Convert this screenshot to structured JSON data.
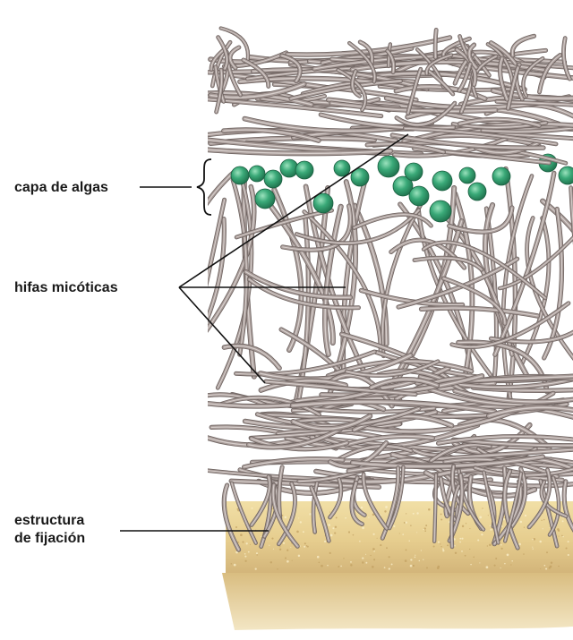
{
  "labels": {
    "algae_layer": "capa de algas",
    "fungal_hyphae": "hifas micóticas",
    "attachment_structure_line1": "estructura",
    "attachment_structure_line2": "de fijación"
  },
  "colors": {
    "hypha_fill": "#a89c99",
    "hypha_outline": "#6e6360",
    "hypha_highlight": "#d8d0cd",
    "alga_fill": "#2f9a6a",
    "alga_highlight": "#7fd3a8",
    "substrate_light": "#eed9a0",
    "substrate_dark": "#c9ad6e",
    "leader_line": "#111111"
  }
}
